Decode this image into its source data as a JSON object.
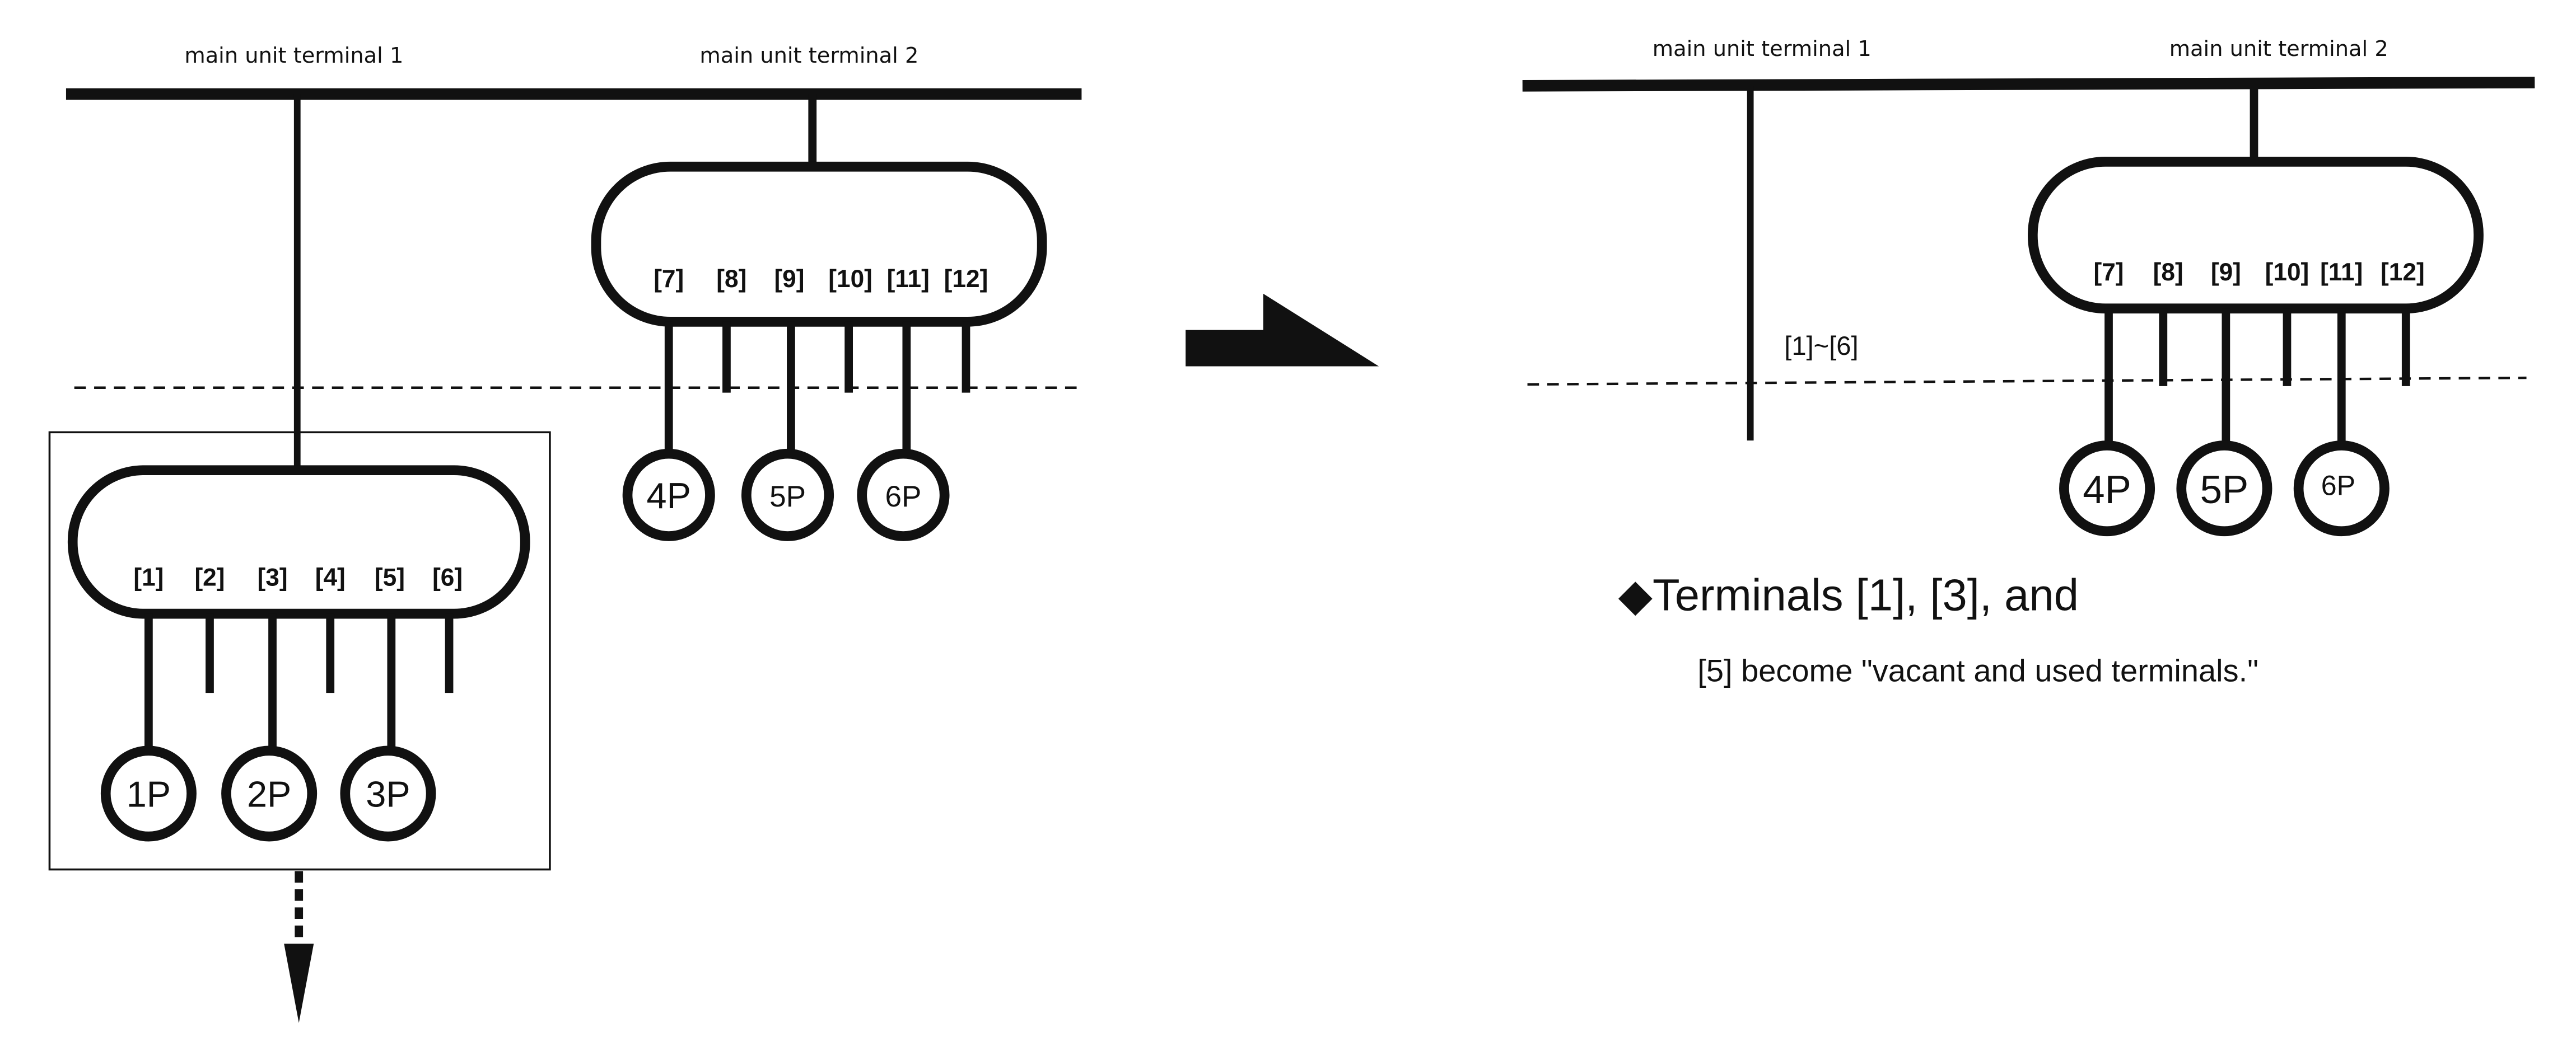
{
  "before": {
    "terminal_labels": [
      "main unit terminal 1",
      "main unit terminal 2"
    ],
    "unit_a_terminals": [
      "[1]",
      "[2]",
      "[3]",
      "[4]",
      "[5]",
      "[6]"
    ],
    "unit_a_ports": [
      "1P",
      "2P",
      "3P"
    ],
    "unit_b_terminals": [
      "[7]",
      "[8]",
      "[9]",
      "[10]",
      "[11]",
      "[12]"
    ],
    "unit_b_ports": [
      "4P",
      "5P",
      "6P"
    ]
  },
  "after": {
    "terminal_labels": [
      "main unit terminal 1",
      "main unit terminal 2"
    ],
    "removed_range": "[1]~[6]",
    "unit_b_terminals": [
      "[7]",
      "[8]",
      "[9]",
      "[10]",
      "[11]",
      "[12]"
    ],
    "unit_b_ports": [
      "4P",
      "5P",
      "6P"
    ],
    "note_line1": "◆Terminals [1], [3], and",
    "note_line2": "[5] become \"vacant and used terminals.\""
  }
}
